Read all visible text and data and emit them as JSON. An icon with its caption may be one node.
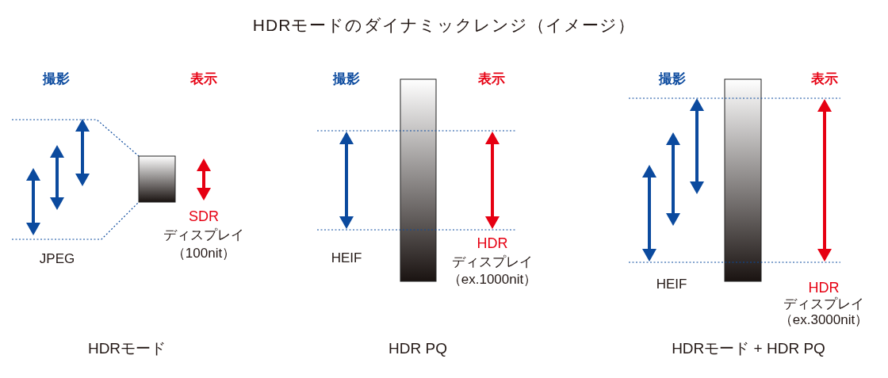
{
  "diagram": {
    "title": "HDRモードのダイナミックレンジ（イメージ）",
    "nodes": [
      {
        "text": [],
        "shape": "bar"
      },
      {
        "text": [],
        "shape": "bar"
      },
      {
        "text": [],
        "shape": "bar"
      }
    ],
    "labels": [
      "撮影",
      "表示",
      "JPEG",
      "SDR",
      "ディスプレイ",
      "（100nit）",
      "HDRモード",
      "撮影",
      "表示",
      "HEIF",
      "HDR",
      "ディスプレイ",
      "（ex.1000nit）",
      "HDR PQ",
      "撮影",
      "表示",
      "HEIF",
      "HDR",
      "ディスプレイ",
      "（ex.3000nit）",
      "HDRモード + HDR PQ"
    ]
  }
}
